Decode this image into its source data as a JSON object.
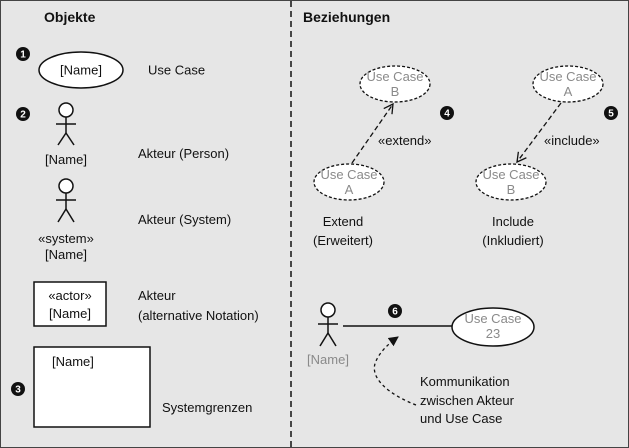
{
  "left": {
    "heading": "Objekte",
    "markers": [
      "1",
      "2",
      "3"
    ],
    "use_case": {
      "shape_text": "[Name]",
      "label": "Use Case"
    },
    "actor_person": {
      "name": "[Name]",
      "label": "Akteur (Person)"
    },
    "actor_system": {
      "stereotype": "«system»",
      "name": "[Name]",
      "label": "Akteur (System)"
    },
    "actor_alt": {
      "stereotype": "«actor»",
      "name": "[Name]",
      "label_line1": "Akteur",
      "label_line2": "(alternative Notation)"
    },
    "system_boundary": {
      "name": "[Name]",
      "label": "Systemgrenzen"
    }
  },
  "right": {
    "heading": "Beziehungen",
    "markers": [
      "4",
      "5",
      "6"
    ],
    "extend": {
      "target_line1": "Use Case",
      "target_line2": "B",
      "source_line1": "Use Case",
      "source_line2": "A",
      "stereotype": "«extend»",
      "caption_line1": "Extend",
      "caption_line2": "(Erweitert)"
    },
    "include": {
      "target_line1": "Use Case",
      "target_line2": "A",
      "source_line1": "Use Case",
      "source_line2": "B",
      "stereotype": "«include»",
      "caption_line1": "Include",
      "caption_line2": "(Inkludiert)"
    },
    "communication": {
      "actor_name": "[Name]",
      "use_case_line1": "Use Case",
      "use_case_line2": "23",
      "note_line1": "Kommunikation",
      "note_line2": "zwischen Akteur",
      "note_line3": "und Use Case"
    }
  },
  "colors": {
    "panel_bg": "#e6e6e6",
    "gray_text": "#8a8a8a",
    "marker_bg": "#111111"
  }
}
